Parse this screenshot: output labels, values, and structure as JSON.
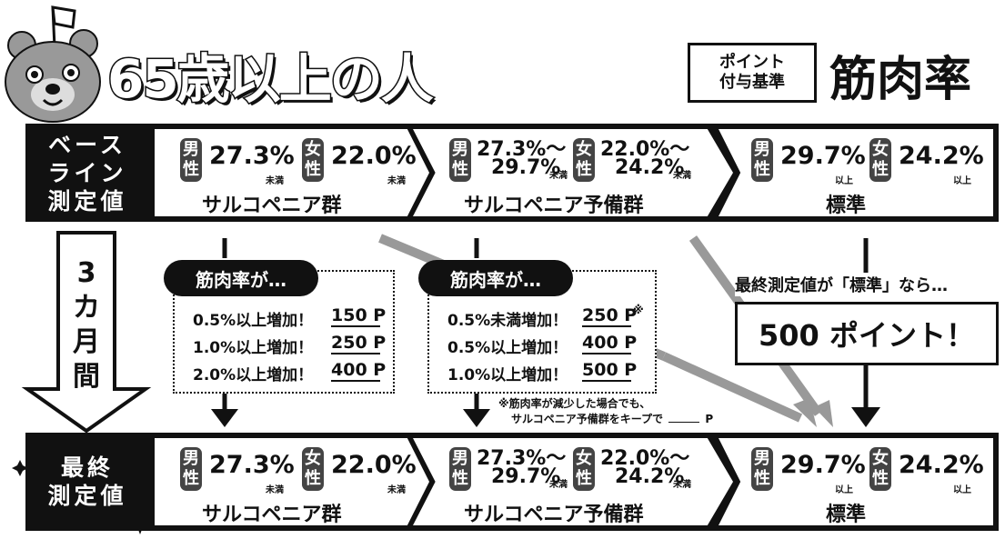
{
  "title": "65歳以上の人",
  "point_box": {
    "line1": "ポイント",
    "line2": "付与基準"
  },
  "main_title": "筋肉率",
  "baseline_label": [
    "ベース",
    "ライン",
    "測定値"
  ],
  "final_label": [
    "最終",
    "測定値"
  ],
  "period_label": [
    "3",
    "カ",
    "月",
    "間"
  ],
  "male": "男性",
  "female": "女性",
  "groups": {
    "sarcopenia": {
      "name": "サルコペニア群",
      "male_value": "27.3%",
      "male_suffix": "未満",
      "female_value": "22.0%",
      "female_suffix": "未満"
    },
    "pre": {
      "name": "サルコペニア予備群",
      "male_line1": "27.3%〜",
      "male_line2": "29.7%",
      "male_suffix": "未満",
      "female_line1": "22.0%〜",
      "female_line2": "24.2%",
      "female_suffix": "未満"
    },
    "standard": {
      "name": "標準",
      "male_value": "29.7%",
      "male_suffix": "以上",
      "female_value": "24.2%",
      "female_suffix": "以上"
    }
  },
  "box1": {
    "pill": "筋肉率が…",
    "rows": [
      {
        "label": "0.5%以上増加！",
        "points": "150 P"
      },
      {
        "label": "1.0%以上増加！",
        "points": "250 P"
      },
      {
        "label": "2.0%以上増加！",
        "points": "400 P"
      }
    ]
  },
  "box2": {
    "pill": "筋肉率が…",
    "rows": [
      {
        "label": "0.5%未満増加！",
        "points": "250 P",
        "mark": "※"
      },
      {
        "label": "0.5%以上増加！",
        "points": "400 P"
      },
      {
        "label": "1.0%以上増加！",
        "points": "500 P"
      }
    ],
    "note_line1": "※筋肉率が減少した場合でも、",
    "note_line2": "サルコペニア予備群をキープで",
    "note_blank_unit": "P"
  },
  "standard_result": {
    "condition": "最終測定値が「標準」なら…",
    "reward": "500 ポイント！"
  }
}
